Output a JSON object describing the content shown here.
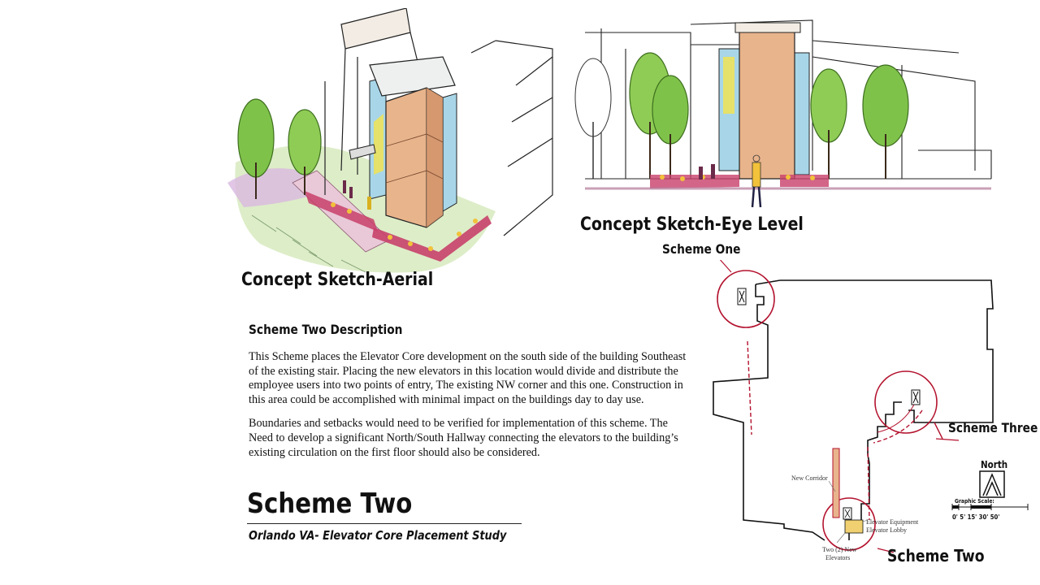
{
  "sketches": {
    "aerial_caption": "Concept Sketch-Aerial",
    "eye_level_caption": "Concept Sketch-Eye Level"
  },
  "description": {
    "heading": "Scheme Two Description",
    "paragraph_1": "This Scheme places the Elevator Core development on the south side of the building Southeast of the existing stair.  Placing the new elevators in this location would divide and distribute the employee users into two points of entry, The existing NW corner and this one.  Construction in this area could be accomplished with minimal impact on the buildings day to day use.",
    "paragraph_2": "Boundaries and setbacks would need to be verified for implementation of this scheme. The Need to develop a significant North/South Hallway connecting the elevators to the building’s existing circulation on the first floor should also be considered."
  },
  "title": {
    "main": "Scheme Two",
    "subtitle": "Orlando VA- Elevator Core Placement Study"
  },
  "plan": {
    "scheme_one_label": "Scheme One",
    "scheme_two_label": "Scheme Two",
    "scheme_three_label": "Scheme Three",
    "note_new_corridor": "New Corridor",
    "note_elevator_equipment": "Elevator Equipment",
    "note_elevator_lobby": "Elevator Lobby",
    "note_new_elevators_line1": "Two (2) New",
    "note_new_elevators_line2": "Elevators",
    "north_label": "North",
    "graphic_scale_label": "Graphic Scale:",
    "graphic_scale_ticks": "0' 5' 15'  30'   50'"
  },
  "colors": {
    "highlight_red": "#b3122e",
    "core_tan": "#e8b48c",
    "tree_green": "#7fc24a",
    "ground_magenta": "#c8406a"
  }
}
